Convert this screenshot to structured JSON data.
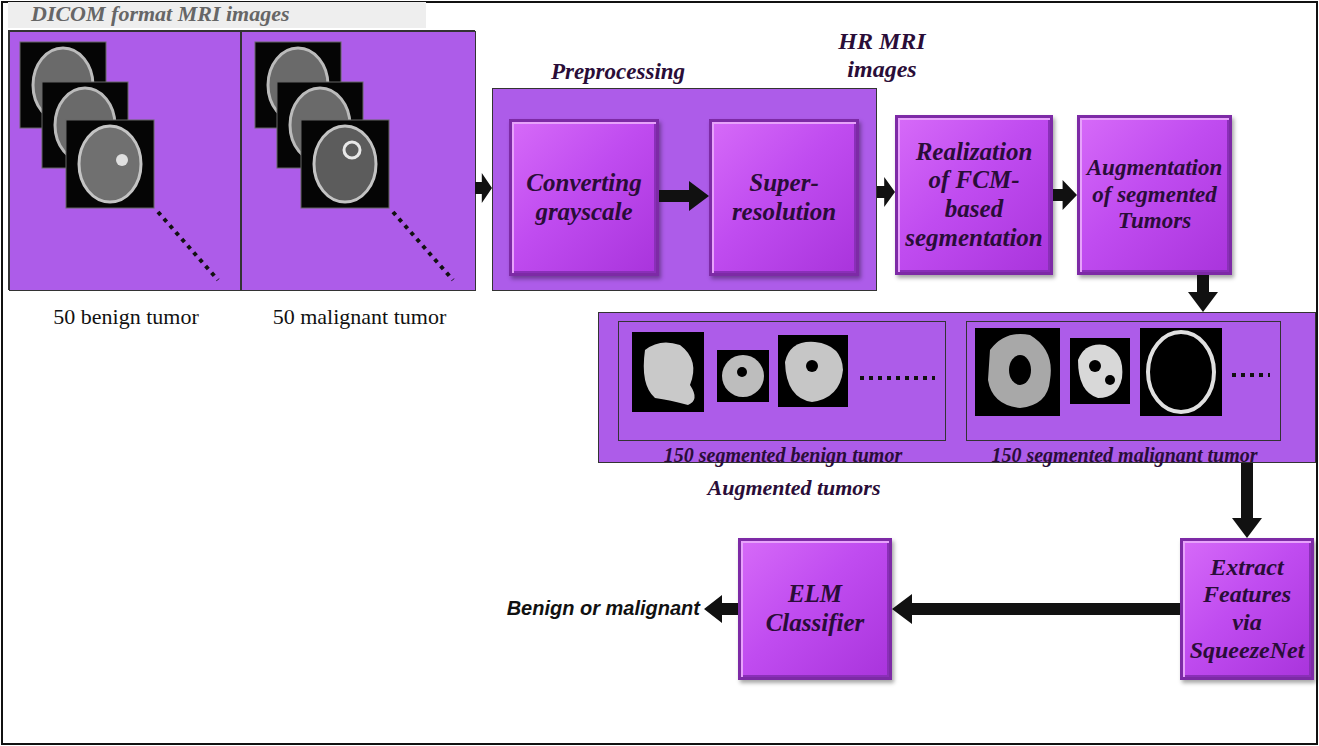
{
  "diagram": {
    "nodes": [
      {
        "text": [
          "DICOM format MRI images"
        ]
      },
      {
        "text": [
          "50 benign tumor"
        ],
        "in": 0
      },
      {
        "text": [
          "50 malignant tumor"
        ],
        "in": 0
      },
      {
        "text": [
          "Preprocessing"
        ]
      },
      {
        "text": [
          "Converting grayscale"
        ],
        "in": 3
      },
      {
        "text": [
          "Super-resolution"
        ],
        "in": 3
      },
      {
        "text": [
          "Realization of FCM-based segmentation"
        ]
      },
      {
        "text": [
          "Augmentation of segmented Tumors"
        ]
      },
      {
        "text": [
          "Augmented tumors"
        ]
      },
      {
        "text": [
          "150 segmented benign tumor"
        ],
        "in": 8
      },
      {
        "text": [
          "150 segmented malignant tumor"
        ],
        "in": 8
      },
      {
        "text": [
          "Extract Features via SqueezeNet"
        ]
      },
      {
        "text": [
          "ELM Classifier"
        ]
      }
    ],
    "edges": [
      {
        "from": 0,
        "to": 3,
        "arrow": "to"
      },
      {
        "from": 4,
        "to": 5,
        "arrow": "to"
      },
      {
        "from": 3,
        "to": 6,
        "arrow": "to"
      },
      {
        "from": 6,
        "to": 7,
        "arrow": "to"
      },
      {
        "from": 7,
        "to": 8,
        "arrow": "to"
      },
      {
        "from": 8,
        "to": 11,
        "arrow": "to"
      },
      {
        "from": 11,
        "to": 12,
        "arrow": "to"
      }
    ],
    "labels": [
      "HR MRI images",
      "Benign or malignant"
    ]
  }
}
